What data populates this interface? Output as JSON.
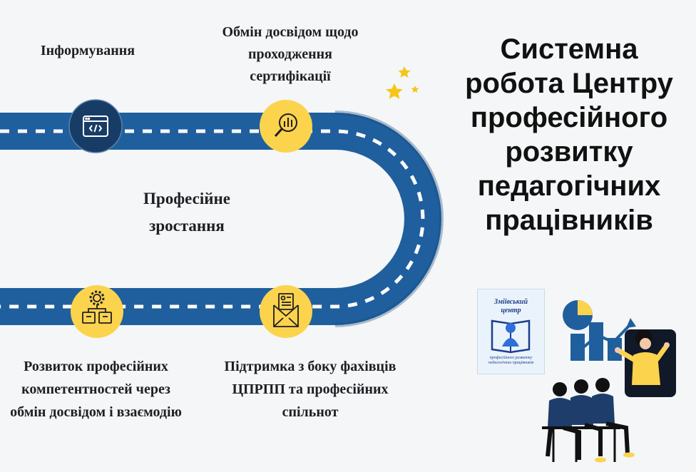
{
  "title": "Системна робота Центру професійного розвитку педагогічних працівників",
  "steps": {
    "informing": "Інформування",
    "exchange": "Обмін досвідом щодо проходження сертифікації",
    "growth": "Професійне зростання",
    "competence": "Розвиток професійних компетентностей через обмін досвідом і взаємодію",
    "support": "Підтримка з боку фахівців ЦПРПП та професійних спільнот"
  },
  "logo": {
    "line1": "Зміївський",
    "line2": "центр",
    "caption": "професійного розвитку педагогічних працівників"
  },
  "colors": {
    "road": "#1f5f9e",
    "road_dark": "#174a7c",
    "node_dark": "#173d66",
    "node_yellow": "#fcd34d",
    "star": "#f5c518"
  }
}
